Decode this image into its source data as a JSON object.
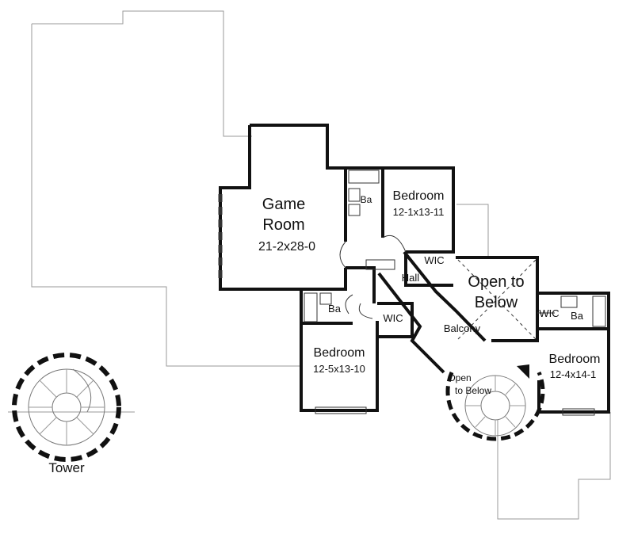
{
  "rooms": {
    "game_room": {
      "name_line1": "Game",
      "name_line2": "Room",
      "size": "21-2x28-0"
    },
    "bedroom_top": {
      "name": "Bedroom",
      "size": "12-1x13-11"
    },
    "bedroom_left": {
      "name": "Bedroom",
      "size": "12-5x13-10"
    },
    "bedroom_right": {
      "name": "Bedroom",
      "size": "12-4x14-1"
    },
    "bath_top": "Ba",
    "bath_left": "Ba",
    "bath_right": "Ba",
    "wic_top": "WIC",
    "wic_left": "WIC",
    "wic_right": "WIC",
    "hall": "Hall",
    "balcony": "Balcony",
    "open_big_line1": "Open to",
    "open_big_line2": "Below",
    "open_small_line1": "Open",
    "open_small_line2": "to Below",
    "tower": "Tower"
  }
}
